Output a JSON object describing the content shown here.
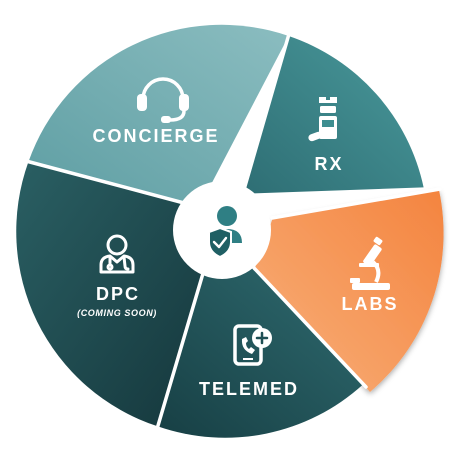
{
  "diagram": {
    "center_icon": "user-shield-icon",
    "segments": [
      {
        "id": "concierge",
        "label": "CONCIERGE",
        "sublabel": "",
        "icon": "headset-icon",
        "color_from": "#5e9ea3",
        "color_to": "#8bbdc0"
      },
      {
        "id": "rx",
        "label": "RX",
        "sublabel": "",
        "icon": "pill-bottle-icon",
        "color_from": "#2e6e74",
        "color_to": "#4a9a9c"
      },
      {
        "id": "labs",
        "label": "LABS",
        "sublabel": "",
        "icon": "microscope-icon",
        "color_from": "#f4843f",
        "color_to": "#f8b07a"
      },
      {
        "id": "telemed",
        "label": "TELEMED",
        "sublabel": "",
        "icon": "phone-plus-icon",
        "color_from": "#173f44",
        "color_to": "#2f6b70"
      },
      {
        "id": "dpc",
        "label": "DPC",
        "sublabel": "(COMING SOON)",
        "icon": "doctor-icon",
        "color_from": "#15373c",
        "color_to": "#2a5f63"
      }
    ]
  }
}
